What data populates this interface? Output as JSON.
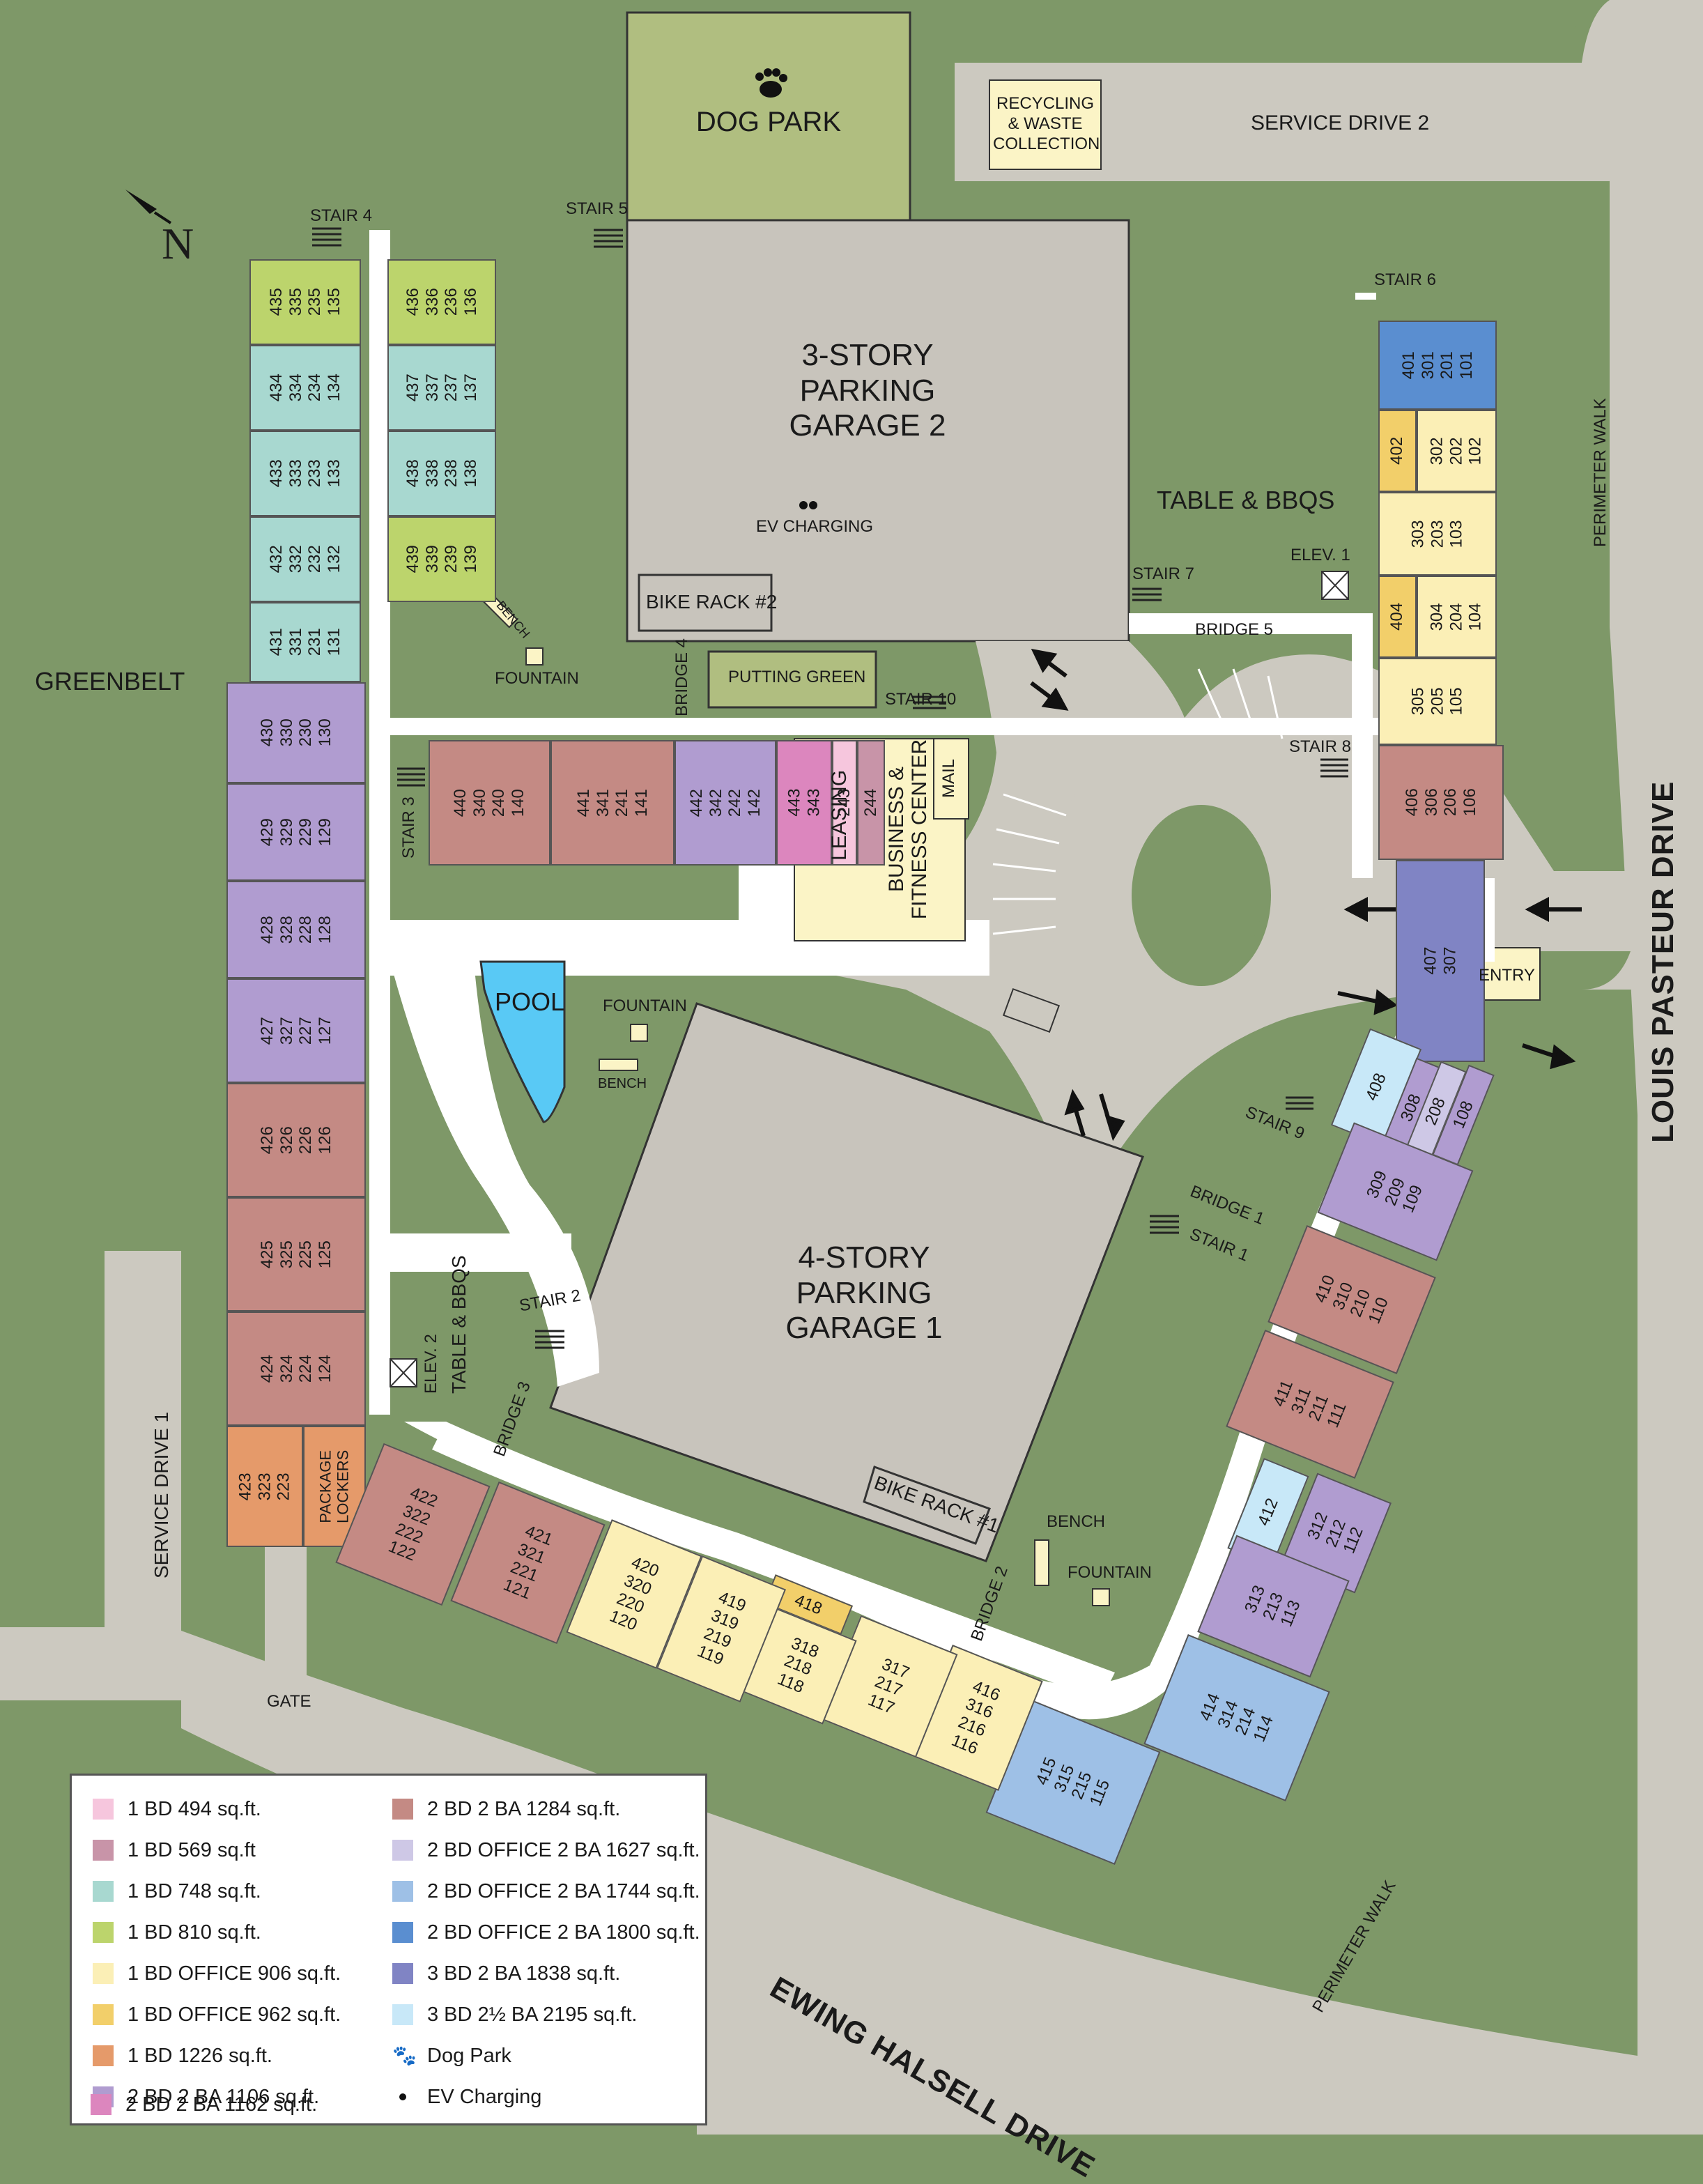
{
  "colors": {
    "grass": "#7e9868",
    "pavement": "#ccc9c0",
    "garage": "#c8c4bc",
    "building_gray": "#e4e2dc",
    "walkway": "#ffffff",
    "dog_park": "#b0be80",
    "putting_green": "#b0be80",
    "pool": "#59c9f5"
  },
  "compass": {
    "letter": "N"
  },
  "roads": {
    "louis_pasteur": "LOUIS PASTEUR DRIVE",
    "ewing_halsell": "EWING HALSELL DRIVE",
    "service_drive_1": "SERVICE DRIVE 1",
    "service_drive_2": "SERVICE DRIVE 2",
    "perimeter_walk": "PERIMETER WALK"
  },
  "facilities": {
    "dog_park": "DOG PARK",
    "recycling": "RECYCLING & WASTE COLLECTION",
    "garage2": "3-STORY PARKING GARAGE 2",
    "garage1": "4-STORY PARKING GARAGE 1",
    "ev_charging": "EV CHARGING",
    "bike_rack2": "BIKE RACK #2",
    "bike_rack1": "BIKE RACK #1",
    "putting_green": "PUTTING GREEN",
    "table_bbqs": "TABLE & BBQS",
    "greenbelt": "GREENBELT",
    "pool": "POOL",
    "fountain": "FOUNTAIN",
    "bench": "BENCH",
    "leasing": "LEASING",
    "business_fitness": "BUSINESS & FITNESS CENTER",
    "mail": "MAIL",
    "entry": "ENTRY",
    "gate": "GATE",
    "package_lockers": "PACKAGE LOCKERS"
  },
  "stairs": [
    "STAIR 1",
    "STAIR 2",
    "STAIR 3",
    "STAIR 4",
    "STAIR 5",
    "STAIR 6",
    "STAIR 7",
    "STAIR 8",
    "STAIR 9",
    "STAIR 10"
  ],
  "bridges": [
    "BRIDGE 1",
    "BRIDGE 2",
    "BRIDGE 3",
    "BRIDGE 4",
    "BRIDGE 5"
  ],
  "elevators": [
    "ELEV. 1",
    "ELEV. 2"
  ],
  "units": {
    "u435": "435\n335\n235\n135",
    "u436": "436\n336\n236\n136",
    "u434": "434\n334\n234\n134",
    "u437": "437\n337\n237\n137",
    "u433": "433\n333\n233\n133",
    "u438": "438\n338\n238\n138",
    "u432": "432\n332\n232\n132",
    "u439": "439\n339\n239\n139",
    "u431": "431\n331\n231\n131",
    "u430": "430\n330\n230\n130",
    "u429": "429\n329\n229\n129",
    "u428": "428\n328\n228\n128",
    "u427": "427\n327\n227\n127",
    "u426": "426\n326\n226\n126",
    "u425": "425\n325\n225\n125",
    "u424": "424\n324\n224\n124",
    "u423": "423\n323\n223",
    "u440": "440\n340\n240\n140",
    "u441": "441\n341\n241\n141",
    "u442": "442\n342\n242\n142",
    "u443": "443\n343",
    "u243": "243",
    "u244": "244",
    "u401": "401\n301\n201\n101",
    "u402": "402",
    "u302": "302\n202\n102",
    "u303": "303\n203\n103",
    "u404": "404",
    "u304": "304\n204\n104",
    "u305": "305\n205\n105",
    "u406": "406\n306\n206\n106",
    "u407": "407\n307",
    "u408": "408",
    "u308": "308",
    "u208": "208",
    "u108": "108",
    "u309": "309\n209\n109",
    "u410": "410\n310\n210\n110",
    "u411": "411\n311\n211\n111",
    "u412": "412",
    "u312": "312\n212\n112",
    "u313": "313\n213\n113",
    "u414": "414\n314\n214\n114",
    "u415": "415\n315\n215\n115",
    "u416": "416\n316\n216\n116",
    "u317": "317\n217\n117",
    "u418": "418",
    "u318": "318\n218\n118",
    "u419": "419\n319\n219\n119",
    "u420": "420\n320\n220\n120",
    "u421": "421\n321\n221\n121",
    "u422": "422\n322\n222\n122"
  },
  "legend": {
    "items": [
      {
        "label": "1 BD 494 sq.ft.",
        "color": "#f6c6dd"
      },
      {
        "label": "1 BD 569 sq.ft",
        "color": "#c894a8"
      },
      {
        "label": "1 BD 748 sq.ft.",
        "color": "#a8d8d0"
      },
      {
        "label": "1 BD 810 sq.ft.",
        "color": "#bcd46c"
      },
      {
        "label": "1 BD OFFICE 906 sq.ft.",
        "color": "#fbefb6"
      },
      {
        "label": "1 BD OFFICE 962 sq.ft.",
        "color": "#f2cf6a"
      },
      {
        "label": "1 BD 1226 sq.ft.",
        "color": "#e59a6a"
      },
      {
        "label": "2 BD 2 BA 1106 sq.ft.",
        "color": "#b09cd0"
      },
      {
        "label": "2 BD 2 BA 1162 sq.ft.",
        "color": "#dc86be"
      },
      {
        "label": "2 BD 2 BA 1284 sq.ft.",
        "color": "#c48a84"
      },
      {
        "label": "2 BD OFFICE 2 BA 1627 sq.ft.",
        "color": "#cec8e6"
      },
      {
        "label": "2 BD OFFICE 2 BA 1744 sq.ft.",
        "color": "#9ec0e6"
      },
      {
        "label": "2 BD OFFICE 2 BA 1800 sq.ft.",
        "color": "#5a8ed0"
      },
      {
        "label": "3 BD 2 BA 1838 sq.ft.",
        "color": "#8084c4"
      },
      {
        "label": "3 BD 2½ BA 2195 sq.ft.",
        "color": "#c8e8f8"
      },
      {
        "label": "Dog Park",
        "icon": "paw-icon"
      },
      {
        "label": "EV Charging",
        "icon": "dot-icon"
      }
    ]
  }
}
